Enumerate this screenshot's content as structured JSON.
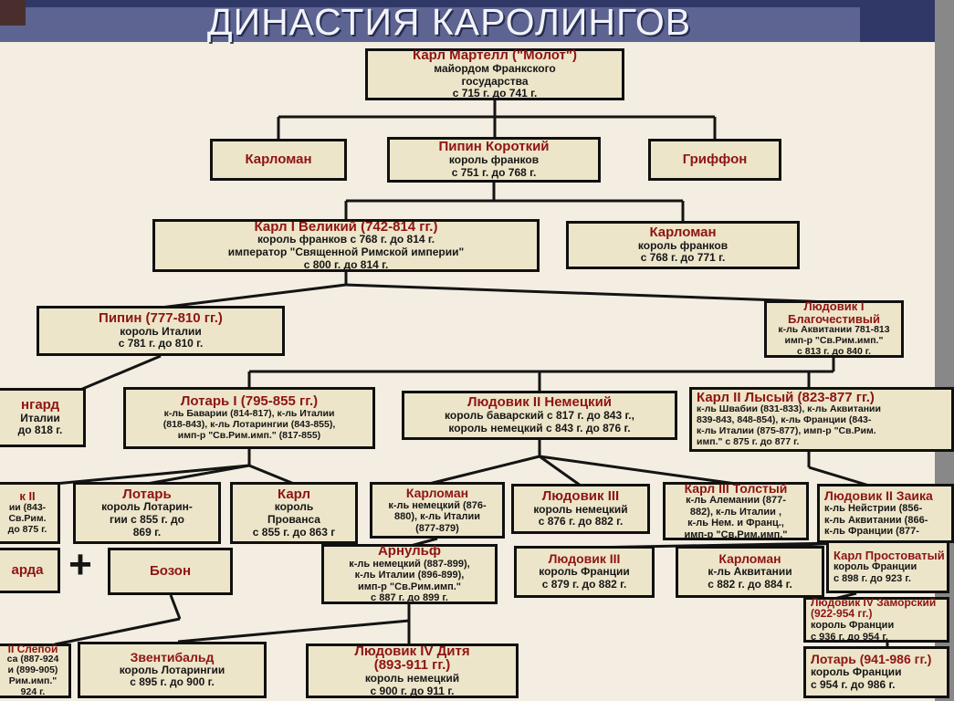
{
  "title": "ДИНАСТИЯ КАРОЛИНГОВ",
  "colors": {
    "box_fill": "#ede5c9",
    "name_red": "#8e1414",
    "bar_blue": "#5e6492",
    "bar_navy": "#2f3866"
  },
  "symbols": {
    "plus": "+"
  },
  "nodes": {
    "karl_martell": {
      "name": "Карл Мартелл (\"Молот\")",
      "details": "майордом Франкского\nгосударства\nс 715 г. до 741 г."
    },
    "karloman1": {
      "name": "Карломан"
    },
    "pipin_korotkiy": {
      "name": "Пипин Короткий",
      "details": "король франков\nс 751 г. до 768 г."
    },
    "griffon": {
      "name": "Гриффон"
    },
    "karl_velikiy": {
      "name": "Карл I Великий (742-814 гг.)",
      "details": "король франков с 768 г. до 814 г.\nимператор \"Священной Римской империи\"\nс 800 г. до 814 г."
    },
    "karloman2": {
      "name": "Карломан",
      "details": "король франков\nс 768 г. до 771 г."
    },
    "pipin_italy": {
      "name": "Пипин (777-810 гг.)",
      "details": "король Италии\nс 781 г. до 810 г."
    },
    "ludovik1": {
      "name": "Людовик I\nБлагочестивый",
      "details": "к-ль Аквитании 781-813\nимп-р \"Св.Рим.имп.\"\nс 813 г. до 840 г."
    },
    "berngard": {
      "name": "нгард",
      "details": "Италии\nдо 818 г."
    },
    "lotar1": {
      "name": "Лотарь I (795-855 гг.)",
      "details": "к-ль Баварии (814-817), к-ль Италии\n(818-843), к-ль Лотарингии (843-855),\nимп-р \"Св.Рим.имп.\" (817-855)"
    },
    "ludovik2_nem": {
      "name": "Людовик II Немецкий",
      "details": "король баварский с 817 г. до 843 г.,\nкороль немецкий с 843 г. до 876 г."
    },
    "karl2_lysiy": {
      "name": "Карл II Лысый (823-877 гг.)",
      "details": "к-ль Швабии (831-833), к-ль Аквитании\n839-843, 848-854), к-ль Франции (843-\nк-ль Италии (875-877), имп-р \"Св.Рим.\nимп.\" с 875 г. до 877 г."
    },
    "ludovik2_italy": {
      "name": "к II",
      "details": "ии (843-\nСв.Рим.\nдо 875 г."
    },
    "lotar_lotaringia": {
      "name": "Лотарь",
      "details": "король Лотарин-\nгии с 855 г. до\n869 г."
    },
    "karl_provans": {
      "name": "Карл",
      "details": "король\nПрованса\nс 855 г. до 863 г"
    },
    "karloman3": {
      "name": "Карломан",
      "details": "к-ль немецкий (876-\n880), к-ль Италии\n(877-879)"
    },
    "ludovik3_nem": {
      "name": "Людовик III",
      "details": "король немецкий\nс 876 г. до 882 г."
    },
    "karl3_tolstiy": {
      "name": "Карл III Толстый",
      "details": "к-ль Алемании (877-\n882), к-ль Италии ,\nк-ль Нем. и Франц.,\nимп-р \"Св.Рим.имп.\""
    },
    "ludovik2_zaika": {
      "name": "Людовик II Заика",
      "details": "к-ль Нейстрии (856-\nк-ль Аквитании (866-\nк-ль Франции (877-"
    },
    "irmengarda": {
      "name": "арда"
    },
    "bozon": {
      "name": "Бозон"
    },
    "arnulf": {
      "name": "Арнульф",
      "details": "к-ль немецкий (887-899),\nк-ль Италии (896-899),\nимп-р \"Св.Рим.имп.\"\nс 887 г. до 899 г."
    },
    "ludovik3_fr": {
      "name": "Людовик III",
      "details": "король Франции\nс 879 г. до 882 г."
    },
    "karloman4": {
      "name": "Карломан",
      "details": "к-ль Аквитании\nс 882 г. до 884 г."
    },
    "karl_prostovatiy": {
      "name": "Карл Простоватый",
      "details": "король Франции\nс 898 г. до 923 г."
    },
    "ludovik4_zamorskiy": {
      "name": "Людовик IV Заморский\n(922-954 гг.)",
      "details": "король Франции\nс 936 г. до 954 г."
    },
    "ludovik3_slepoy": {
      "name": "II Слепой",
      "details": "са (887-924\nи (899-905)\nРим.имп.\"\n924 г."
    },
    "zventibald": {
      "name": "Звентибальд",
      "details": "король Лотарингии\nс 895 г. до 900 г."
    },
    "ludovik4_ditya": {
      "name": "Людовик IV Дитя\n(893-911 гг.)",
      "details": "король немецкий\nс 900 г. до 911 г."
    },
    "lotar2": {
      "name": "Лотарь (941-986 гг.)",
      "details": "король Франции\nс 954 г. до 986 г."
    }
  }
}
